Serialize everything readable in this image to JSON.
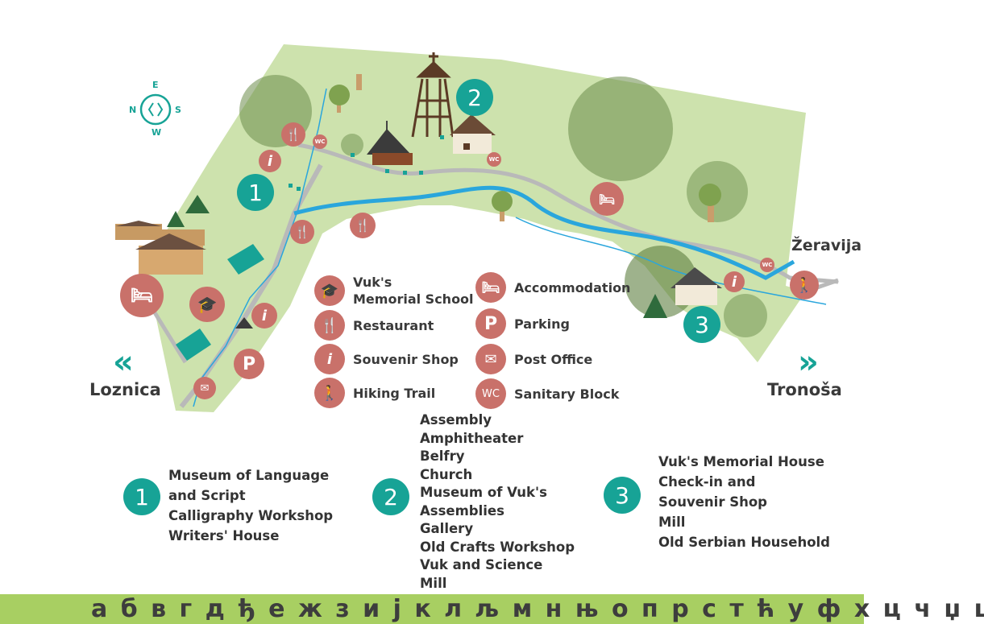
{
  "compass": {
    "n": "N",
    "e": "E",
    "s": "S",
    "w": "W"
  },
  "places": {
    "left": "Loznica",
    "right": "Tronoša",
    "top_right": "Žeravija"
  },
  "legend": [
    {
      "icon": "school-icon",
      "label": "Vuk's\nMemorial School"
    },
    {
      "icon": "restaurant-icon",
      "label": "Restaurant"
    },
    {
      "icon": "souvenir-icon",
      "label": "Souvenir Shop"
    },
    {
      "icon": "hiking-icon",
      "label": "Hiking Trail"
    },
    {
      "icon": "accommodation-icon",
      "label": "Accommodation"
    },
    {
      "icon": "parking-icon",
      "label": "Parking"
    },
    {
      "icon": "post-icon",
      "label": "Post Office"
    },
    {
      "icon": "wc-icon",
      "label": "Sanitary Block"
    }
  ],
  "legend_symbols": {
    "souvenir": "i",
    "parking": "P",
    "wc": "WC"
  },
  "zones": [
    {
      "number": "1",
      "items": [
        "Museum of Language",
        "and Script",
        "Calligraphy Workshop",
        "Writers' House"
      ]
    },
    {
      "number": "2",
      "items": [
        "Assembly",
        "Amphitheater",
        "Belfry",
        "Church",
        "Museum of Vuk's",
        "Assemblies",
        "Gallery",
        "Old Crafts Workshop",
        "Vuk and Science",
        "Mill"
      ]
    },
    {
      "number": "3",
      "items": [
        "Vuk's Memorial House",
        "Check-in and",
        "Souvenir Shop",
        "Mill",
        "Old Serbian Household"
      ]
    }
  ],
  "alphabet": "а б в г д ђ е ж з и ј к л љ м н њ о п р с т ћ у ф х ц ч џ ш",
  "colors": {
    "land": "#cde2ad",
    "teal": "#17a396",
    "marker": "#c9716a",
    "river": "#2aa6dc",
    "road": "#b9b9b9",
    "alphabet_bar": "#a8cf62"
  }
}
